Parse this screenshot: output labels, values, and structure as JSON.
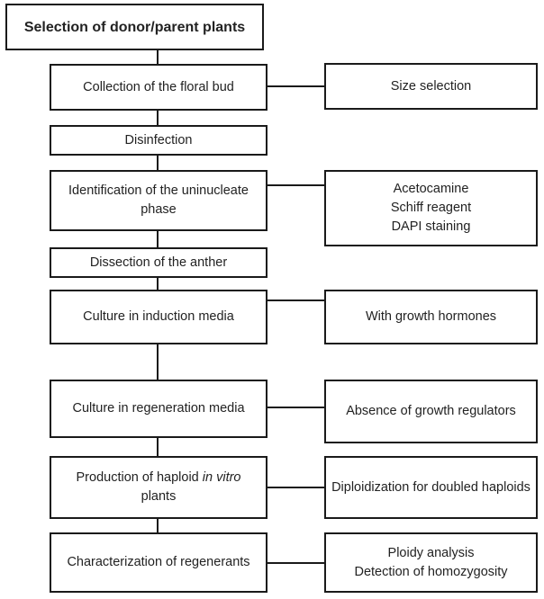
{
  "steps": [
    {
      "id": "selection",
      "lines": [
        "Selection of donor/parent plants"
      ]
    },
    {
      "id": "collection",
      "lines": [
        "Collection of the floral bud"
      ]
    },
    {
      "id": "disinfection",
      "lines": [
        "Disinfection"
      ]
    },
    {
      "id": "identification",
      "lines": [
        "Identification of the uninucleate",
        "phase"
      ]
    },
    {
      "id": "dissection",
      "lines": [
        "Dissection of the anther"
      ]
    },
    {
      "id": "induction",
      "lines": [
        "Culture in induction media"
      ]
    },
    {
      "id": "regeneration",
      "lines": [
        "Culture in regeneration media"
      ]
    },
    {
      "id": "production",
      "line1_prefix": "Production of haploid",
      "line1_italic": "in vitro",
      "line2": "plants"
    },
    {
      "id": "characterization",
      "lines": [
        "Characterization of regenerants"
      ]
    }
  ],
  "notes": [
    {
      "id": "size",
      "lines": [
        "Size selection"
      ]
    },
    {
      "id": "staining",
      "lines": [
        "Acetocamine",
        "Schiff reagent",
        "DAPI staining"
      ]
    },
    {
      "id": "hormones",
      "lines": [
        "With growth hormones"
      ]
    },
    {
      "id": "regulators",
      "lines": [
        "Absence of growth regulators"
      ]
    },
    {
      "id": "diploidization",
      "lines": [
        "Diploidization for doubled haploids"
      ]
    },
    {
      "id": "ploidy",
      "lines": [
        "Ploidy analysis",
        "Detection of homozygosity"
      ]
    }
  ]
}
